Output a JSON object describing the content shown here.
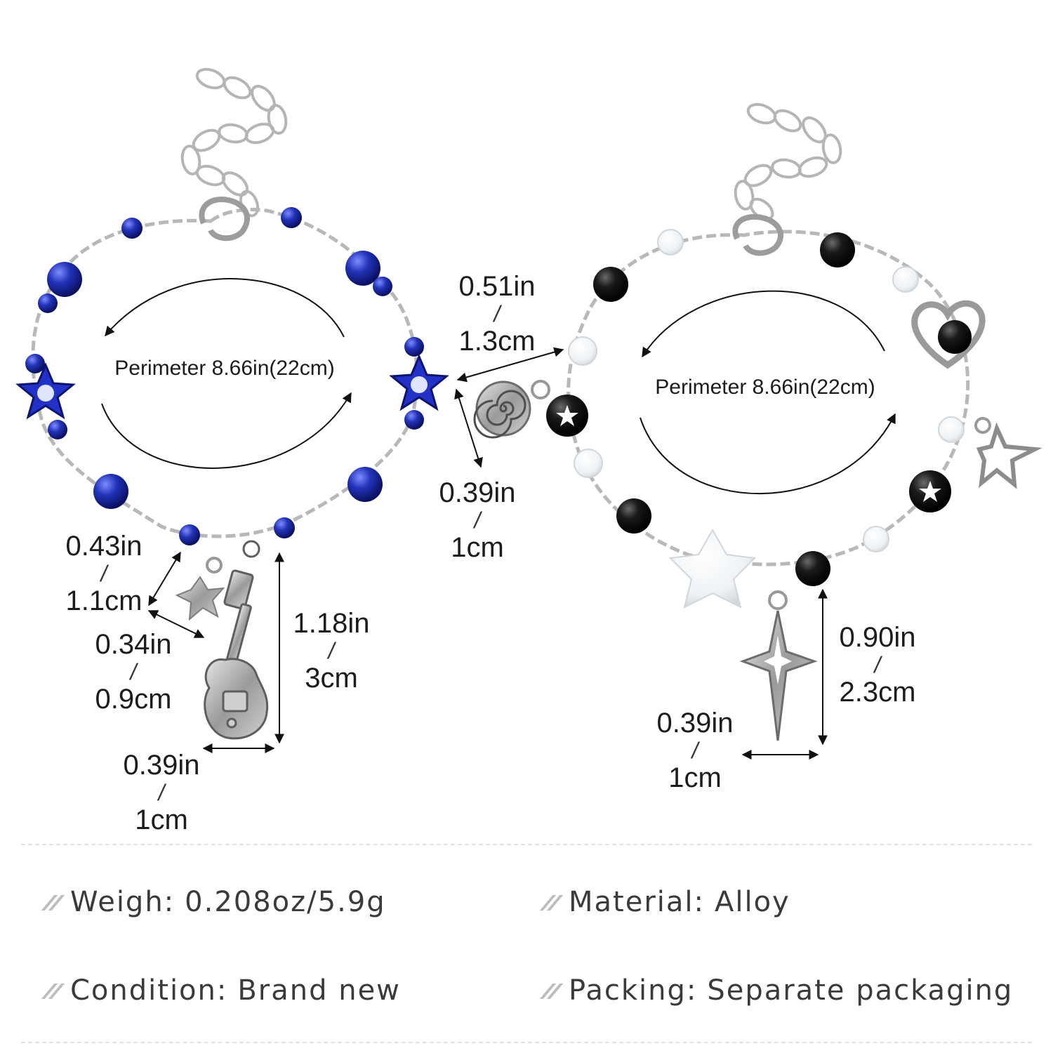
{
  "colors": {
    "blue_bead": "#1f2fa8",
    "black_bead": "#141414",
    "silver": "#a9a9a9",
    "spec_text": "#3a3a3a"
  },
  "left_bracelet": {
    "perimeter": "Perimeter 8.66in(22cm)",
    "star_charm": {
      "in": "0.43in",
      "cm": "1.1cm"
    },
    "star_charm_width": {
      "in": "0.34in",
      "cm": "0.9cm"
    },
    "guitar_height": {
      "in": "1.18in",
      "cm": "3cm"
    },
    "guitar_width": {
      "in": "0.39in",
      "cm": "1cm"
    }
  },
  "middle": {
    "spiral_height": {
      "in": "0.51in",
      "cm": "1.3cm"
    },
    "spiral_width": {
      "in": "0.39in",
      "cm": "1cm"
    }
  },
  "right_bracelet": {
    "perimeter": "Perimeter 8.66in(22cm)",
    "cross_height": {
      "in": "0.90in",
      "cm": "2.3cm"
    },
    "cross_width": {
      "in": "0.39in",
      "cm": "1cm"
    }
  },
  "separator": "/",
  "specs": [
    {
      "label": "Weigh:",
      "value": "0.208oz/5.9g"
    },
    {
      "label": "Material:",
      "value": "Alloy"
    },
    {
      "label": "Condition:",
      "value": "Brand new"
    },
    {
      "label": "Packing:",
      "value": "Separate packaging"
    }
  ]
}
